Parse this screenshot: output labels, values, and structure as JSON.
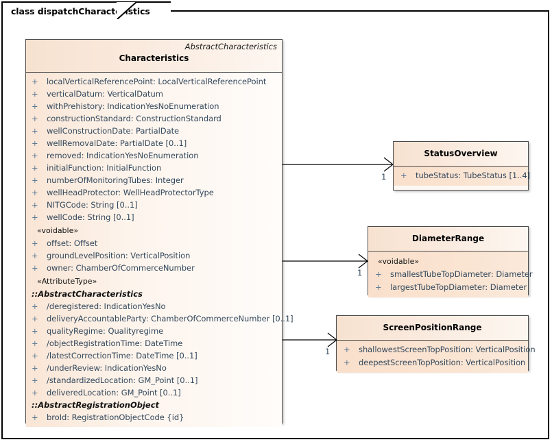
{
  "diagram": {
    "tab_label": "class dispatchCharacteristics"
  },
  "main_class": {
    "parent": "AbstractCharacteristics",
    "name": "Characteristics",
    "rows": [
      {
        "kind": "attr",
        "vis": "+",
        "text": "localVerticalReferencePoint: LocalVerticalReferencePoint"
      },
      {
        "kind": "attr",
        "vis": "+",
        "text": "verticalDatum: VerticalDatum"
      },
      {
        "kind": "attr",
        "vis": "+",
        "text": "withPrehistory: IndicationYesNoEnumeration"
      },
      {
        "kind": "attr",
        "vis": "+",
        "text": "constructionStandard: ConstructionStandard"
      },
      {
        "kind": "attr",
        "vis": "+",
        "text": "wellConstructionDate: PartialDate"
      },
      {
        "kind": "attr",
        "vis": "+",
        "text": "wellRemovalDate: PartialDate [0..1]"
      },
      {
        "kind": "attr",
        "vis": "+",
        "text": "removed: IndicationYesNoEnumeration"
      },
      {
        "kind": "attr",
        "vis": "+",
        "text": "initialFunction: InitialFunction"
      },
      {
        "kind": "attr",
        "vis": "+",
        "text": "numberOfMonitoringTubes: Integer"
      },
      {
        "kind": "attr",
        "vis": "+",
        "text": "wellHeadProtector: WellHeadProtectorType"
      },
      {
        "kind": "attr",
        "vis": "+",
        "text": "NITGCode: String [0..1]"
      },
      {
        "kind": "attr",
        "vis": "+",
        "text": "wellCode: String [0..1]"
      },
      {
        "kind": "stereo",
        "text": "«voidable»"
      },
      {
        "kind": "attr",
        "vis": "+",
        "text": "offset: Offset"
      },
      {
        "kind": "attr",
        "vis": "+",
        "text": "groundLevelPosition: VerticalPosition"
      },
      {
        "kind": "attr",
        "vis": "+",
        "text": "owner: ChamberOfCommerceNumber"
      },
      {
        "kind": "stereo",
        "text": "«AttributeType»"
      },
      {
        "kind": "group",
        "text": "::AbstractCharacteristics"
      },
      {
        "kind": "attr",
        "vis": "+",
        "text": "/deregistered: IndicationYesNo"
      },
      {
        "kind": "attr",
        "vis": "+",
        "text": "deliveryAccountableParty: ChamberOfCommerceNumber [0..1]"
      },
      {
        "kind": "attr",
        "vis": "+",
        "text": "qualityRegime: Qualityregime"
      },
      {
        "kind": "attr",
        "vis": "+",
        "text": "/objectRegistrationTime: DateTime"
      },
      {
        "kind": "attr",
        "vis": "+",
        "text": "/latestCorrectionTime: DateTime [0..1]"
      },
      {
        "kind": "attr",
        "vis": "+",
        "text": "/underReview: IndicationYesNo"
      },
      {
        "kind": "attr",
        "vis": "+",
        "text": "/standardizedLocation: GM_Point [0..1]"
      },
      {
        "kind": "attr",
        "vis": "+",
        "text": "deliveredLocation: GM_Point [0..1]"
      },
      {
        "kind": "group",
        "text": "::AbstractRegistrationObject"
      },
      {
        "kind": "attr",
        "vis": "+",
        "text": "broId: RegistrationObjectCode {id}"
      }
    ]
  },
  "status_overview": {
    "name": "StatusOverview",
    "rows": [
      {
        "kind": "attr",
        "vis": "+",
        "text": "tubeStatus: TubeStatus [1..4]"
      }
    ]
  },
  "diameter_range": {
    "name": "DiameterRange",
    "rows": [
      {
        "kind": "stereo",
        "text": "«voidable»"
      },
      {
        "kind": "attr",
        "vis": "+",
        "text": "smallestTubeTopDiameter: Diameter"
      },
      {
        "kind": "attr",
        "vis": "+",
        "text": "largestTubeTopDiameter: Diameter"
      }
    ]
  },
  "screen_position_range": {
    "name": "ScreenPositionRange",
    "rows": [
      {
        "kind": "attr",
        "vis": "+",
        "text": "shallowestScreenTopPosition: VerticalPosition"
      },
      {
        "kind": "attr",
        "vis": "+",
        "text": "deepestScreenTopPosition: VerticalPosition"
      }
    ]
  },
  "connectors": [
    {
      "name": "assoc-status-overview",
      "multiplicity": "1"
    },
    {
      "name": "assoc-diameter-range",
      "multiplicity": "1"
    },
    {
      "name": "assoc-screen-position-range",
      "multiplicity": "1"
    }
  ],
  "colors": {
    "header_peach": "#f7e2d0",
    "body_cream": "#fdf8f4",
    "small_body_peach": "#f9e0cc",
    "border": "#4a4a4a",
    "attr_text": "#33485c",
    "visibility": "#5b7a95",
    "frame": "#000000"
  }
}
